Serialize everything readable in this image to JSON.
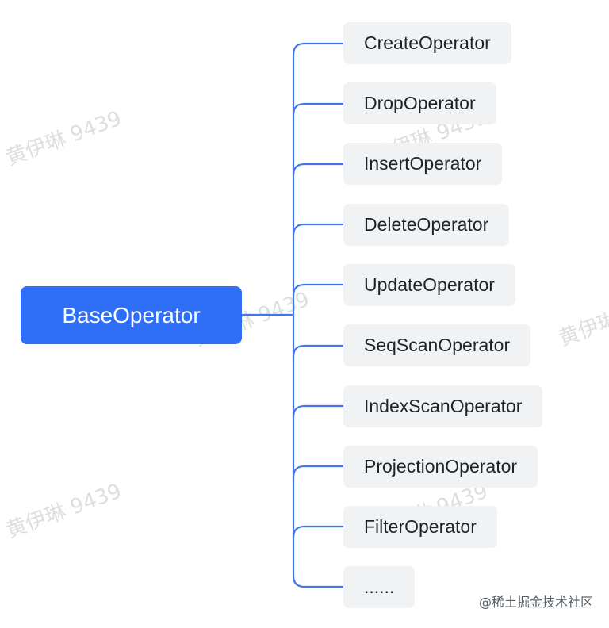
{
  "diagram": {
    "root": {
      "label": "BaseOperator"
    },
    "children": [
      {
        "label": "CreateOperator"
      },
      {
        "label": "DropOperator"
      },
      {
        "label": "InsertOperator"
      },
      {
        "label": "DeleteOperator"
      },
      {
        "label": "UpdateOperator"
      },
      {
        "label": "SeqScanOperator"
      },
      {
        "label": "IndexScanOperator"
      },
      {
        "label": "ProjectionOperator"
      },
      {
        "label": "FilterOperator"
      },
      {
        "label": "......"
      }
    ]
  },
  "colors": {
    "root_fill": "#2f6ff7",
    "connector": "#3f78e6",
    "child_fill": "#f1f2f4"
  },
  "watermark": {
    "text": "黄伊琳 9439",
    "site": "@稀土掘金技术社区"
  }
}
